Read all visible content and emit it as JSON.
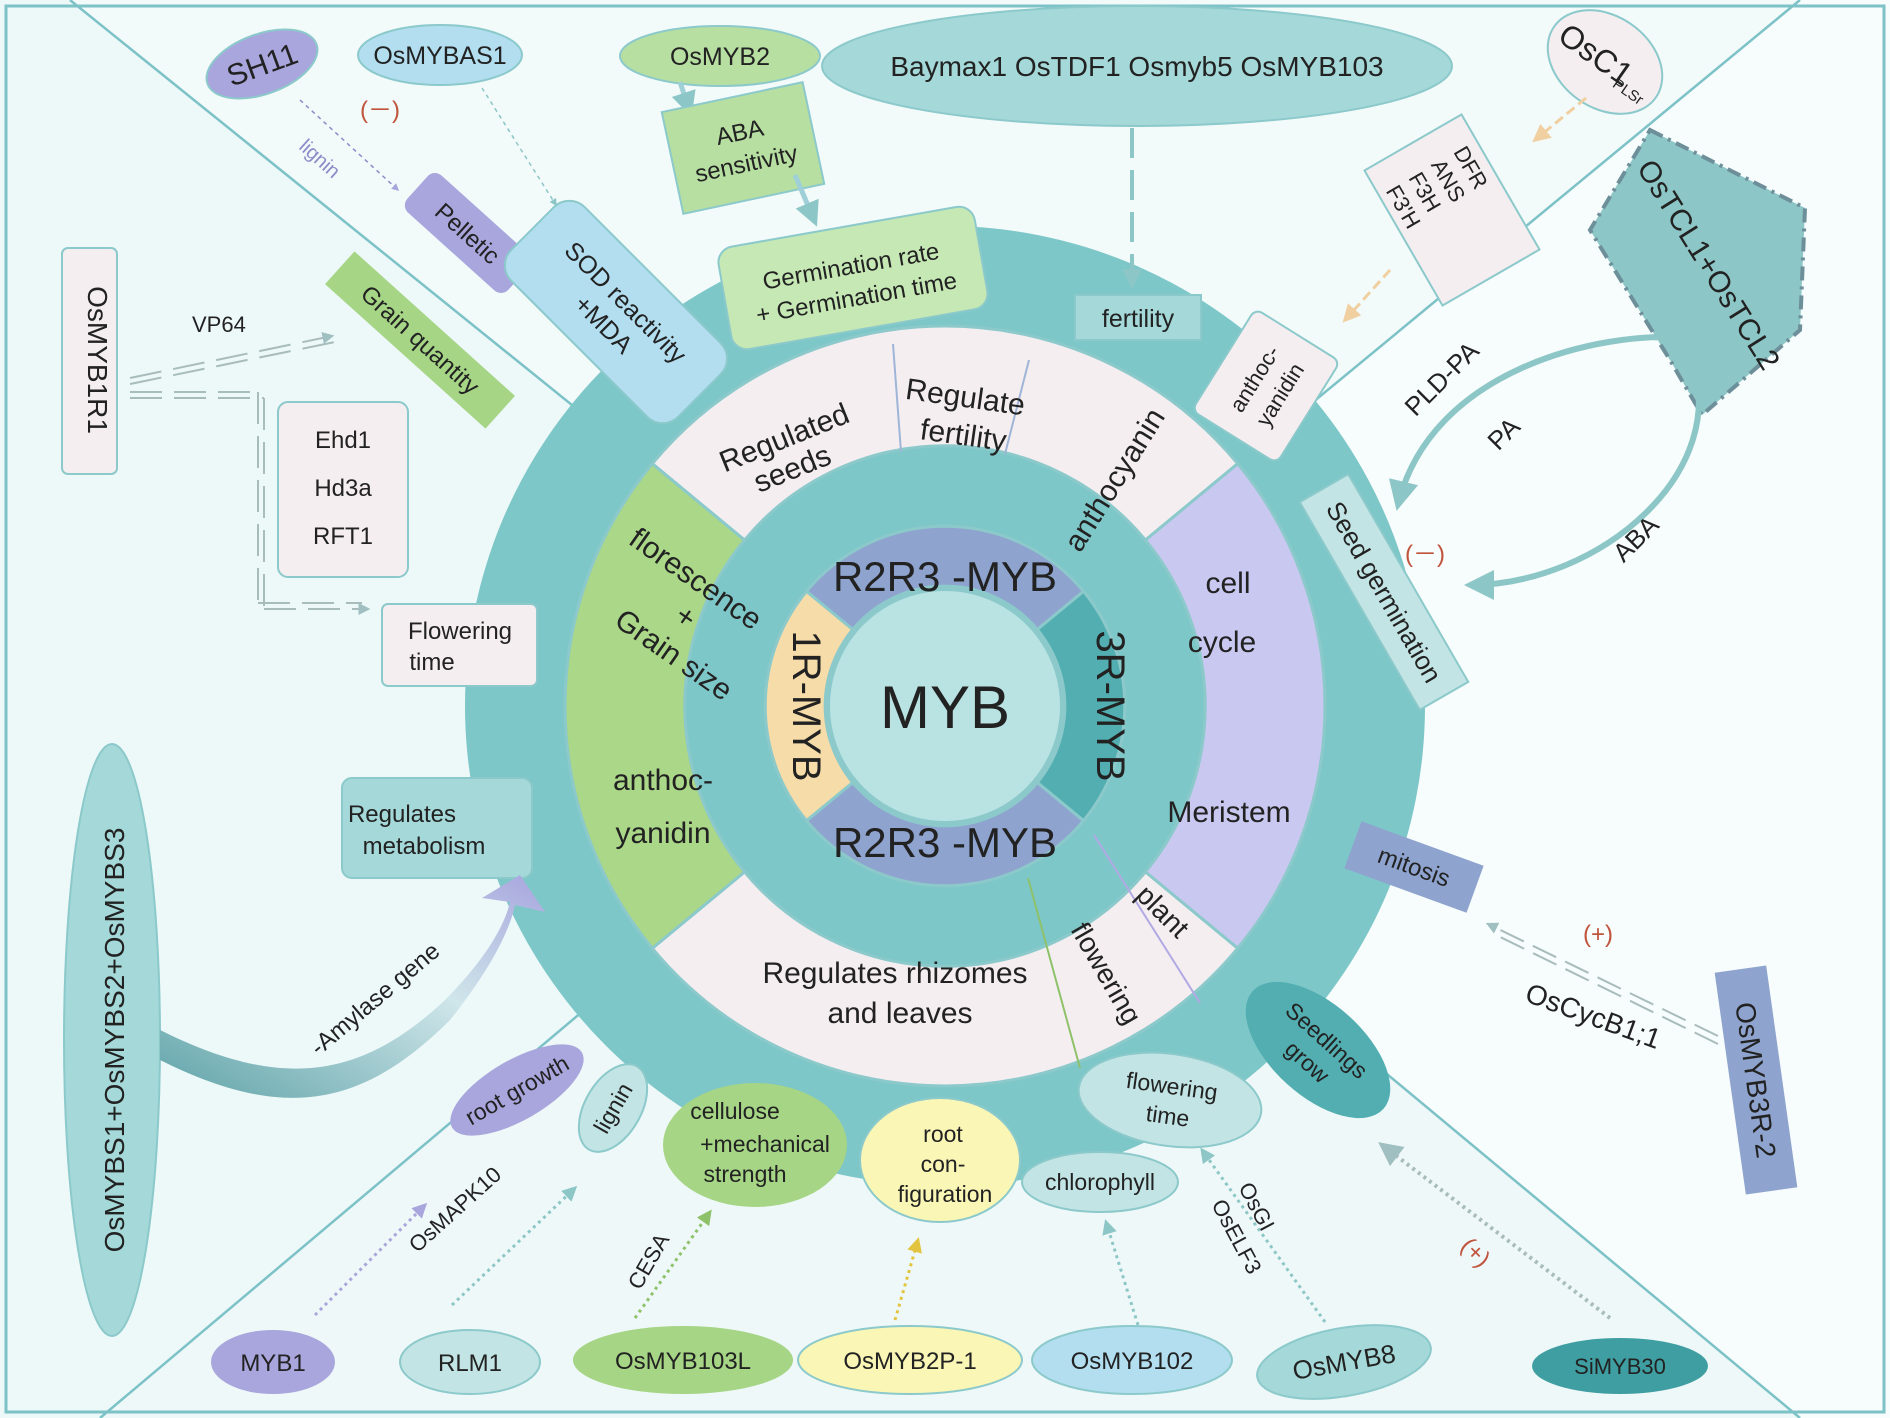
{
  "center": {
    "label": "MYB"
  },
  "ring": {
    "top": "R2R3 -MYB",
    "bottom": "R2R3 -MYB",
    "left": "1R-MYB",
    "right": "3R-MYB"
  },
  "outer": {
    "seeds": [
      "Regulated",
      "seeds"
    ],
    "fertility": [
      "Regulate",
      "fertility"
    ],
    "anthocyanin": "anthocyanin",
    "cell_cycle": [
      "cell",
      "cycle"
    ],
    "meristem": "Meristem",
    "florescence": [
      "florescence",
      "+",
      "Grain size"
    ],
    "anthocyanidin": [
      "anthoc-",
      "yanidin"
    ],
    "rhizomes": [
      "Regulates rhizomes",
      "and leaves"
    ],
    "flowering": "flowering",
    "plant": "plant"
  },
  "top_quadrant": {
    "sh11": "SH11",
    "lignin": "lignin",
    "minus": "(－)",
    "pelletic": "Pelletic",
    "osmybas1": "OsMYBAS1",
    "sod": [
      "SOD reactivity",
      "+MDA"
    ],
    "osmyb2": "OsMYB2",
    "aba": [
      "ABA",
      "sensitivity"
    ],
    "germination": [
      "Germination rate",
      "+ Germination time"
    ],
    "baymax": "Baymax1   OsTDF1  Osmyb5   OsMYB103",
    "fertility": "fertility",
    "osc1": "OsC1",
    "osc1_sub": "PLSr",
    "dfr": [
      "DFR",
      "ANS",
      "F3H",
      "F3'H"
    ],
    "anthoc": [
      "anthoc-",
      "yanidin"
    ]
  },
  "left_quadrant": {
    "osmyb1r1": "OsMYB1R1",
    "vp64": "VP64",
    "grain_quantity": "Grain quantity",
    "genes": [
      "Ehd1",
      "Hd3a",
      "RFT1"
    ],
    "flowering_time": [
      "Flowering",
      "time"
    ],
    "regulates_metabolism": [
      "Regulates",
      "metabolism"
    ],
    "osmybs": "OsMYBS1+OsMYBS2+OsMYBS3",
    "amylase": "-Amylase gene"
  },
  "right_quadrant": {
    "ostcl": "OsTCL1+OsTCL2",
    "pld_pa": "PLD-PA",
    "pa": "PA",
    "aba": "ABA",
    "minus": "(－)",
    "seed_germination": "Seed germination",
    "mitosis": "mitosis",
    "plus": "(+)",
    "oscycb": "OsCycB1;1",
    "osmyb3r2": "OsMYB3R-2"
  },
  "bottom_quadrant": {
    "root_growth": "root growth",
    "lignin": "lignin",
    "cellulose": [
      "cellulose",
      "+mechanical",
      "strength"
    ],
    "root_config": [
      "root",
      "con-",
      "figuration"
    ],
    "chlorophyll": "chlorophyll",
    "flowering_time": [
      "flowering",
      "time"
    ],
    "seedlings": [
      "Seedlings",
      "grow"
    ],
    "osmapk10": "OsMAPK10",
    "cesa": "CESA",
    "osgi": [
      "OsGI",
      "OsELF3"
    ],
    "plus": "(+)",
    "myb1": "MYB1",
    "rlm1": "RLM1",
    "osmyb103l": "OsMYB103L",
    "osmyb2p1": "OsMYB2P-1",
    "osmyb102": "OsMYB102",
    "osmyb8": "OsMYB8",
    "simyb30": "SiMYB30"
  }
}
